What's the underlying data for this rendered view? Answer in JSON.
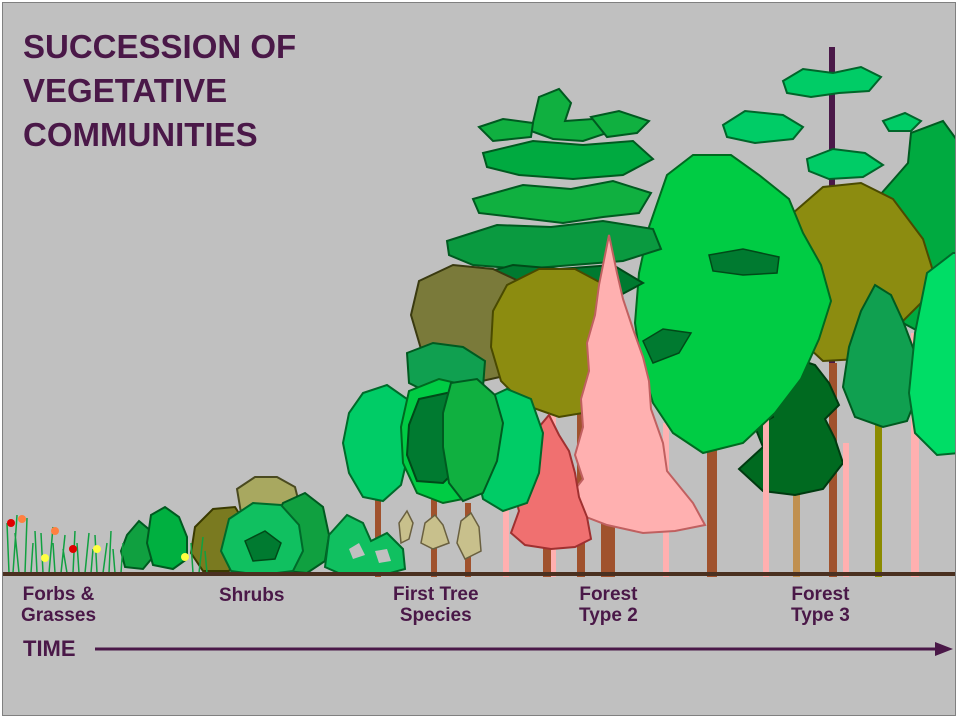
{
  "title": "SUCCESSION OF\nVEGETATIVE\nCOMMUNITIES",
  "stages": [
    {
      "id": "forbs",
      "label": "Forbs &\nGrasses"
    },
    {
      "id": "shrubs",
      "label": "Shrubs"
    },
    {
      "id": "first-tree",
      "label": "First Tree\nSpecies"
    },
    {
      "id": "forest-2",
      "label": "Forest\nType 2"
    },
    {
      "id": "forest-3",
      "label": "Forest\nType 3"
    }
  ],
  "time_label": "TIME",
  "colors": {
    "background": "#c0c0c0",
    "text": "#4a1848",
    "ground": "#4a3020",
    "bright_green": "#00cc44",
    "dark_green": "#007a30",
    "mid_green": "#10b040",
    "olive": "#8c8c10",
    "olive_brown": "#7a7a3a",
    "pink": "#ffb0b0",
    "salmon": "#f07070",
    "trunk": "#a0522d"
  }
}
